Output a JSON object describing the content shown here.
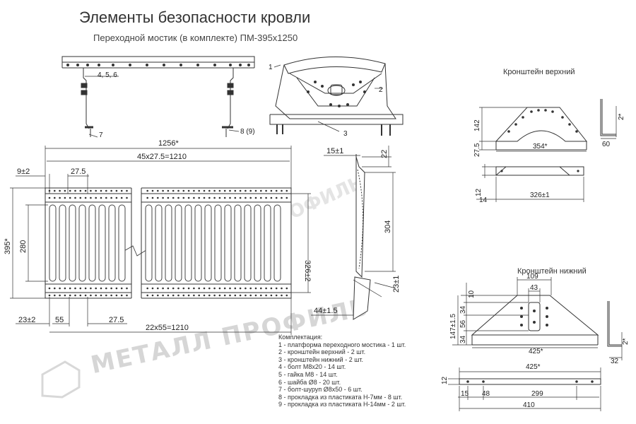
{
  "title": "Элементы безопасности кровли",
  "subtitle": "Переходной мостик (в комплекте) ПМ-395х1250",
  "headers": {
    "upper_bracket": "Кронштейн верхний",
    "lower_bracket": "Кронштейн нижний"
  },
  "callouts": {
    "c456": "4, 5, 6",
    "c7": "7",
    "c89": "8 (9)",
    "c1": "1",
    "c2": "2",
    "c3": "3"
  },
  "dims_main": {
    "total_len": "1256*",
    "upper_pitch": "45x27.5=1210",
    "edge_top": "9±2",
    "pitch_top": "27.5",
    "height_total": "395*",
    "inner_280": "280",
    "right_326": "326±2",
    "edge_bottom": "23±2",
    "bottom_55": "55",
    "bottom_275": "27.5",
    "bottom_pitch": "22x55=1210"
  },
  "dims_side": {
    "d15": "15±1",
    "d22": "22",
    "d304": "304",
    "d23": "23±1",
    "d44": "44±1.5"
  },
  "dims_upper": {
    "d142": "142",
    "d2a": "2*",
    "d354": "354*",
    "d60": "60",
    "d275": "27.5",
    "d12": "12",
    "d14": "14",
    "d326": "326±1"
  },
  "dims_lower": {
    "d109": "109",
    "d43": "43",
    "d10": "10",
    "d34a": "34",
    "d56": "56",
    "d147": "147±1.5",
    "d34b": "34",
    "d425a": "425*",
    "d2b": "2*",
    "d32": "32",
    "d425b": "425*",
    "d12b": "12",
    "d15": "15",
    "d48": "48",
    "d299": "299",
    "d410": "410"
  },
  "kit": {
    "heading": "Комплектация:",
    "items": [
      "1 - платформа переходного мостика - 1 шт.",
      "2 - кронштейн верхний - 2 шт.",
      "3 - кронштейн нижний - 2 шт.",
      "4 - болт М8х20 - 14 шт.",
      "5 - гайка М8 - 14 шт.",
      "6 - шайба Ø8 - 20 шт.",
      "7 - болт-шуруп Ø8х50 - 6 шт.",
      "8 - прокладка из пластиката Н-7мм - 8 шт.",
      "9 - прокладка из пластиката Н-14мм - 2 шт."
    ]
  },
  "watermark": "МЕТАЛЛ ПРОФИЛЬ"
}
